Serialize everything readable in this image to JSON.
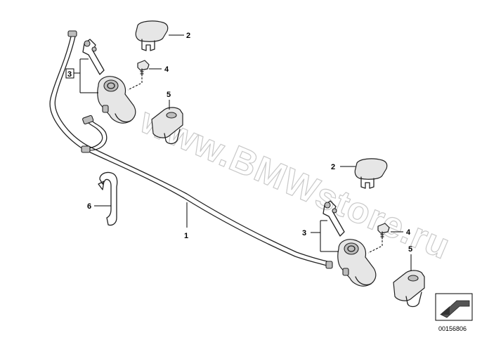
{
  "watermark": "www.BMWstore.ru",
  "callouts": {
    "c1": "1",
    "c2a": "2",
    "c2b": "2",
    "c3a": "3",
    "c3b": "3",
    "c4a": "4",
    "c4b": "4",
    "c5a": "5",
    "c5b": "5",
    "c6": "6"
  },
  "document_id": "00156806"
}
